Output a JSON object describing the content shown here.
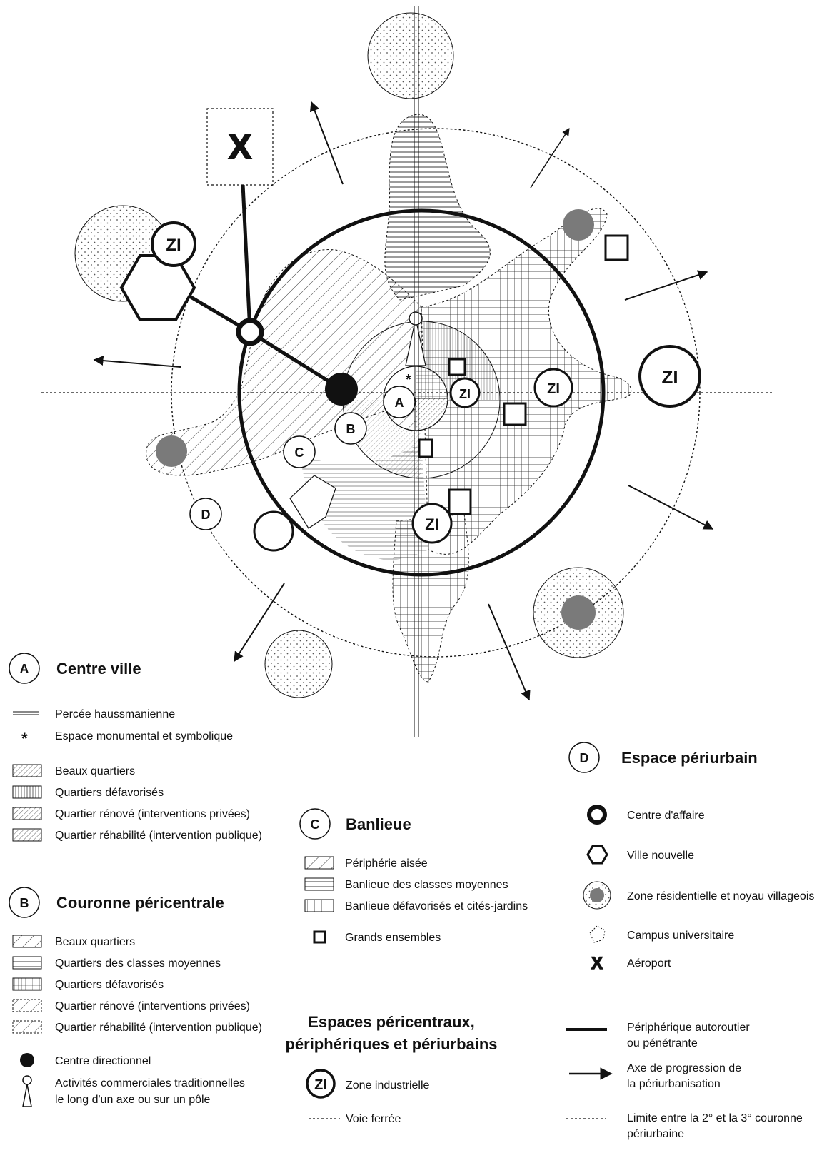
{
  "map_labels": {
    "centre": "A",
    "pericentral": "B",
    "suburb": "C",
    "periurban": "D",
    "zi": "ZI",
    "ville_nouvelle_glyph": "",
    "airport_glyph": "X"
  },
  "legend": {
    "A": {
      "badge": "A",
      "title": "Centre ville",
      "items": [
        "Percée haussmanienne",
        "Espace monumental et symbolique",
        "Beaux quartiers",
        "Quartiers défavorisés",
        "Quartier rénové (interventions privées)",
        "Quartier réhabilité (intervention publique)"
      ]
    },
    "B": {
      "badge": "B",
      "title": "Couronne péricentrale",
      "items": [
        "Beaux quartiers",
        "Quartiers des classes moyennes",
        "Quartiers défavorisés",
        "Quartier rénové (interventions privées)",
        "Quartier réhabilité (intervention publique)",
        "Centre directionnel",
        "Activités commerciales traditionnelles",
        "le long d'un axe ou sur un pôle"
      ]
    },
    "C": {
      "badge": "C",
      "title": "Banlieue",
      "items": [
        "Périphérie aisée",
        "Banlieue des classes moyennes",
        "Banlieue défavorisés et cités-jardins",
        "Grands ensembles"
      ]
    },
    "D": {
      "badge": "D",
      "title": "Espace périurbain",
      "items": [
        "Centre d'affaire",
        "Ville nouvelle",
        "Zone résidentielle et noyau villageois",
        "Campus universitaire",
        "Aéroport"
      ]
    },
    "E": {
      "title_line1": "Espaces péricentraux,",
      "title_line2": "périphériques et périurbains",
      "zi_badge": "ZI",
      "items": [
        "Zone industrielle",
        "Voie ferrée"
      ]
    },
    "F": {
      "items": [
        "Périphérique autoroutier",
        "ou pénétrante",
        "Axe de progression de",
        "la périurbanisation",
        "Limite entre la 2° et la 3° couronne",
        "périurbaine"
      ]
    }
  },
  "colors": {
    "ink": "#111111",
    "residential_fill": "#7a7a7a",
    "background": "#ffffff"
  }
}
